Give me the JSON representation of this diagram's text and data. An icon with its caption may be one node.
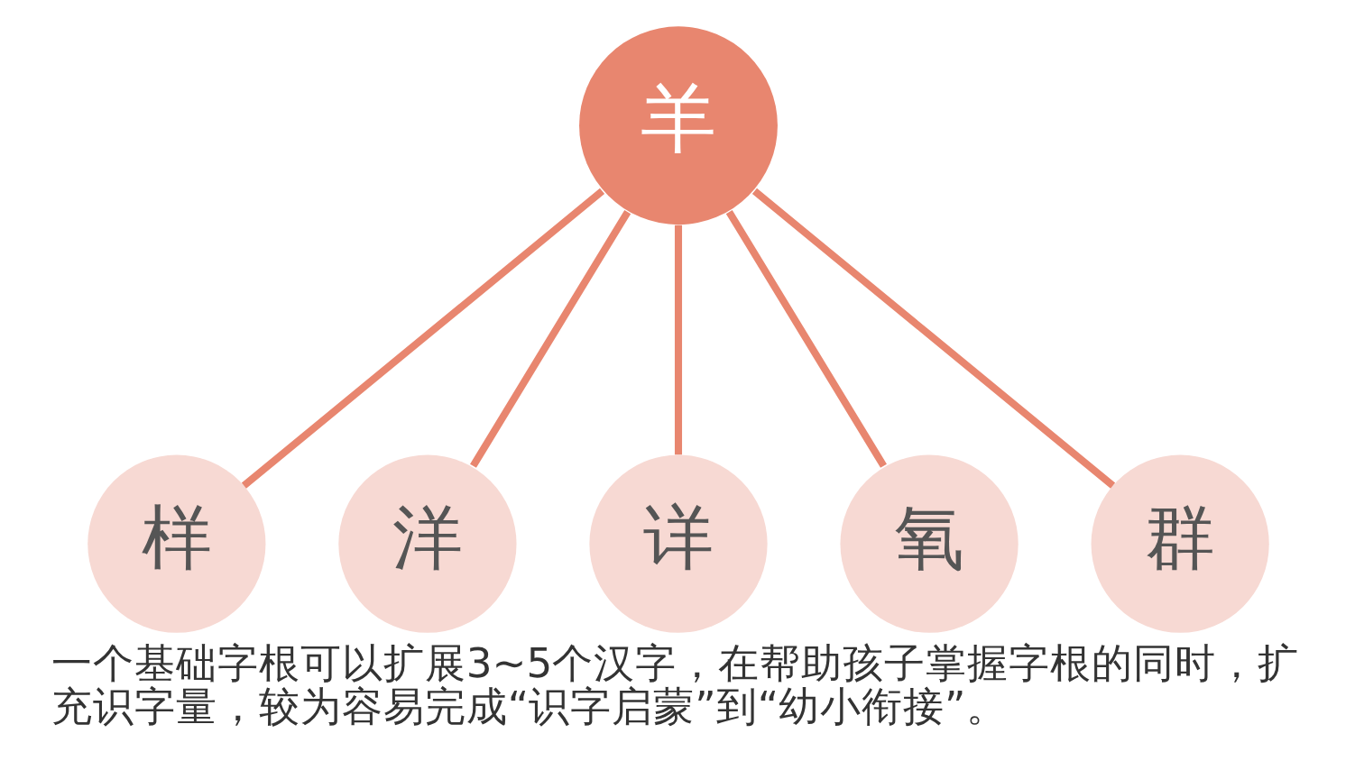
{
  "diagram": {
    "caption": "一个基础字根可以扩展3~5个汉字，在帮助孩子掌握字根的同时，扩充识字量，较为容易完成“识字启蒙”到“幼小衔接”。",
    "nodes": [
      {
        "text": [
          "羊"
        ]
      },
      {
        "text": [
          "样"
        ]
      },
      {
        "text": [
          "洋"
        ]
      },
      {
        "text": [
          "详"
        ]
      },
      {
        "text": [
          "氧"
        ]
      },
      {
        "text": [
          "群"
        ]
      }
    ],
    "edges": [
      {
        "from": 0,
        "to": 1,
        "arrow": "none"
      },
      {
        "from": 0,
        "to": 2,
        "arrow": "none"
      },
      {
        "from": 0,
        "to": 3,
        "arrow": "none"
      },
      {
        "from": 0,
        "to": 4,
        "arrow": "none"
      },
      {
        "from": 0,
        "to": 5,
        "arrow": "none"
      }
    ]
  }
}
